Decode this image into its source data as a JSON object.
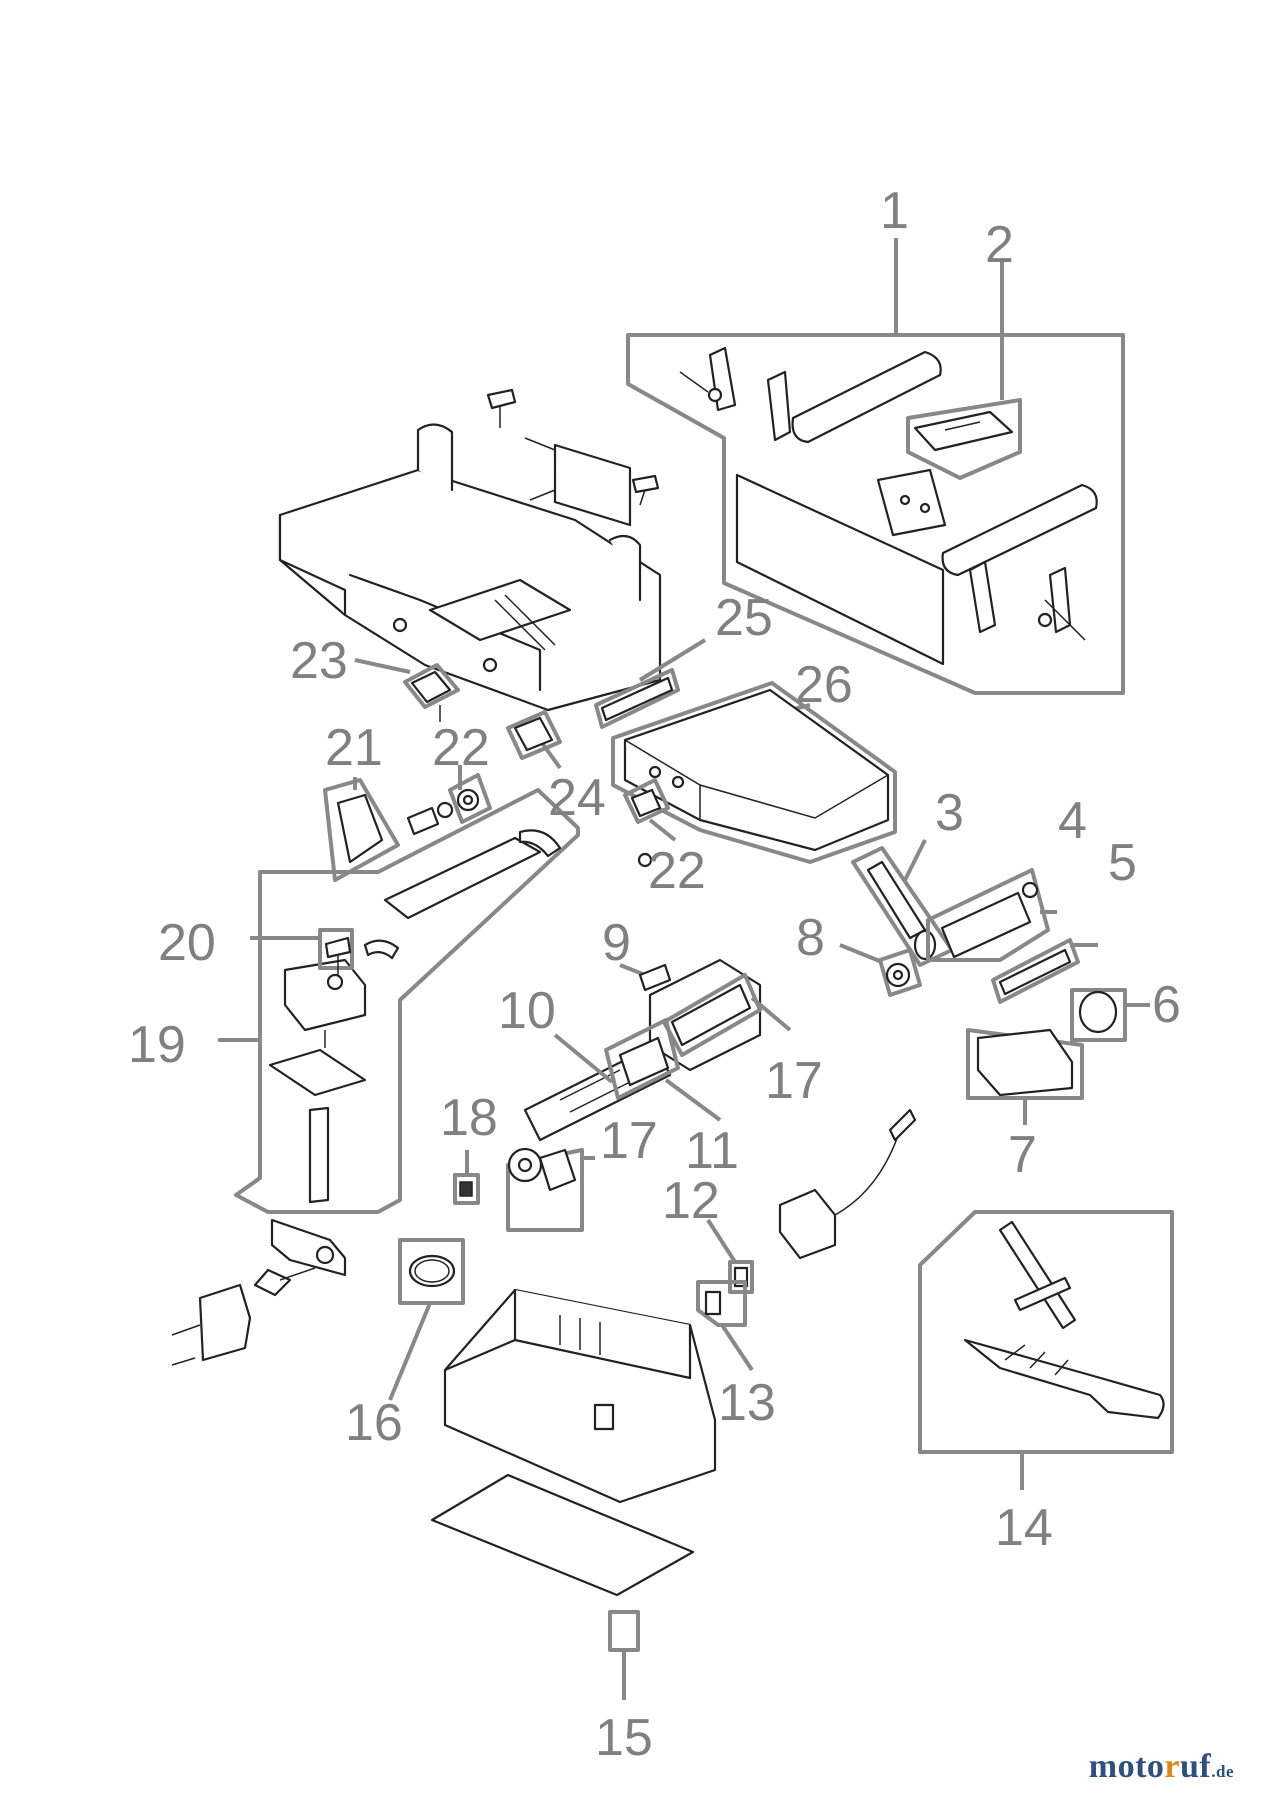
{
  "callouts": {
    "c1": "1",
    "c2": "2",
    "c3": "3",
    "c4": "4",
    "c5": "5",
    "c6": "6",
    "c7": "7",
    "c8": "8",
    "c9": "9",
    "c10": "10",
    "c11": "11",
    "c12": "12",
    "c13": "13",
    "c14": "14",
    "c15": "15",
    "c16": "16",
    "c17a": "17",
    "c17b": "17",
    "c18": "18",
    "c19": "19",
    "c20": "20",
    "c21": "21",
    "c22a": "22",
    "c22b": "22",
    "c23": "23",
    "c24": "24",
    "c25": "25",
    "c26": "26"
  },
  "watermark": {
    "part1": "moto",
    "part2": "r",
    "part3": "uf",
    "tld": ".de"
  },
  "colors": {
    "callout": "#808080",
    "frame": "#888888",
    "line_art": "#222222",
    "brand_blue": "#2f4f7f",
    "brand_orange": "#d98a1c"
  }
}
